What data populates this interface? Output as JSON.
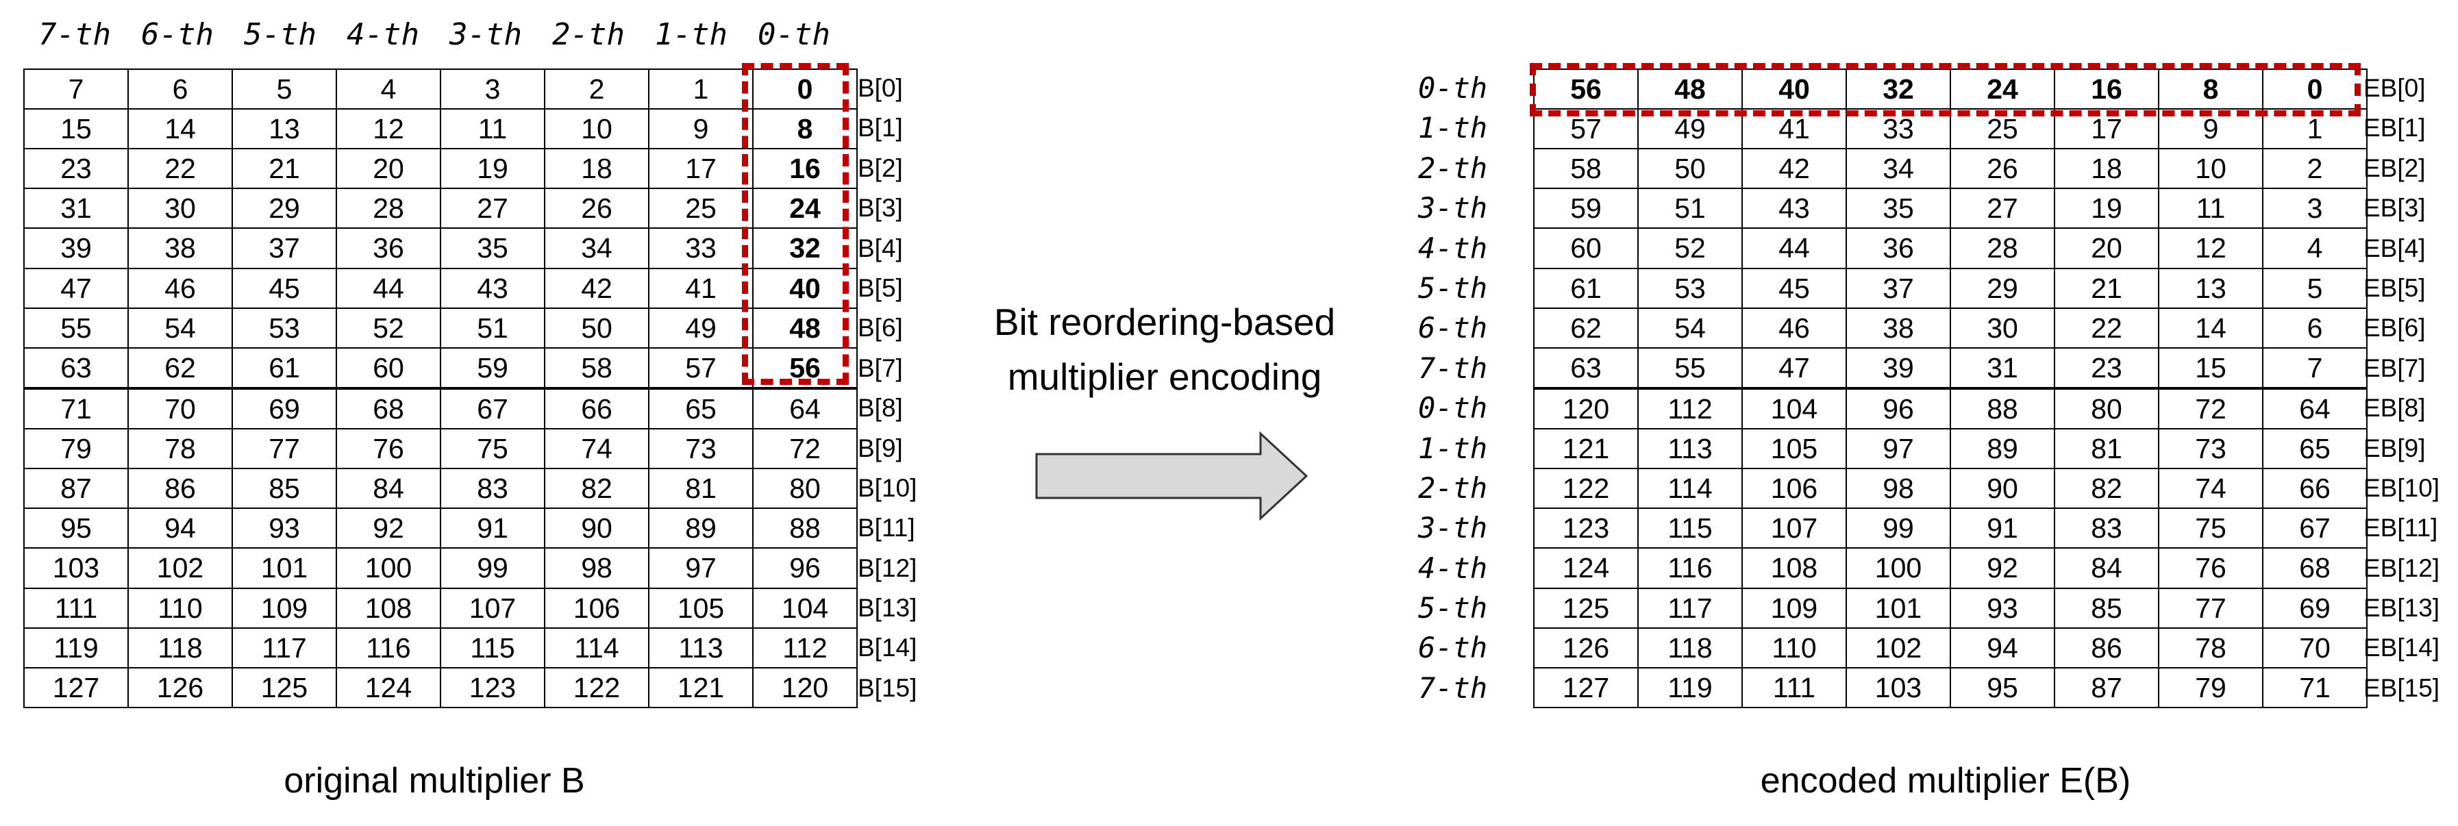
{
  "left": {
    "column_headers": [
      "7-th",
      "6-th",
      "5-th",
      "4-th",
      "3-th",
      "2-th",
      "1-th",
      "0-th"
    ],
    "rows": [
      [
        "7",
        "6",
        "5",
        "4",
        "3",
        "2",
        "1",
        "0"
      ],
      [
        "15",
        "14",
        "13",
        "12",
        "11",
        "10",
        "9",
        "8"
      ],
      [
        "23",
        "22",
        "21",
        "20",
        "19",
        "18",
        "17",
        "16"
      ],
      [
        "31",
        "30",
        "29",
        "28",
        "27",
        "26",
        "25",
        "24"
      ],
      [
        "39",
        "38",
        "37",
        "36",
        "35",
        "34",
        "33",
        "32"
      ],
      [
        "47",
        "46",
        "45",
        "44",
        "43",
        "42",
        "41",
        "40"
      ],
      [
        "55",
        "54",
        "53",
        "52",
        "51",
        "50",
        "49",
        "48"
      ],
      [
        "63",
        "62",
        "61",
        "60",
        "59",
        "58",
        "57",
        "56"
      ],
      [
        "71",
        "70",
        "69",
        "68",
        "67",
        "66",
        "65",
        "64"
      ],
      [
        "79",
        "78",
        "77",
        "76",
        "75",
        "74",
        "73",
        "72"
      ],
      [
        "87",
        "86",
        "85",
        "84",
        "83",
        "82",
        "81",
        "80"
      ],
      [
        "95",
        "94",
        "93",
        "92",
        "91",
        "90",
        "89",
        "88"
      ],
      [
        "103",
        "102",
        "101",
        "100",
        "99",
        "98",
        "97",
        "96"
      ],
      [
        "111",
        "110",
        "109",
        "108",
        "107",
        "106",
        "105",
        "104"
      ],
      [
        "119",
        "118",
        "117",
        "116",
        "115",
        "114",
        "113",
        "112"
      ],
      [
        "127",
        "126",
        "125",
        "124",
        "123",
        "122",
        "121",
        "120"
      ]
    ],
    "row_labels": [
      "B[0]",
      "B[1]",
      "B[2]",
      "B[3]",
      "B[4]",
      "B[5]",
      "B[6]",
      "B[7]",
      "B[8]",
      "B[9]",
      "B[10]",
      "B[11]",
      "B[12]",
      "B[13]",
      "B[14]",
      "B[15]"
    ],
    "caption": "original multiplier B"
  },
  "right": {
    "row_th_labels": [
      "0-th",
      "1-th",
      "2-th",
      "3-th",
      "4-th",
      "5-th",
      "6-th",
      "7-th",
      "0-th",
      "1-th",
      "2-th",
      "3-th",
      "4-th",
      "5-th",
      "6-th",
      "7-th"
    ],
    "rows": [
      [
        "56",
        "48",
        "40",
        "32",
        "24",
        "16",
        "8",
        "0"
      ],
      [
        "57",
        "49",
        "41",
        "33",
        "25",
        "17",
        "9",
        "1"
      ],
      [
        "58",
        "50",
        "42",
        "34",
        "26",
        "18",
        "10",
        "2"
      ],
      [
        "59",
        "51",
        "43",
        "35",
        "27",
        "19",
        "11",
        "3"
      ],
      [
        "60",
        "52",
        "44",
        "36",
        "28",
        "20",
        "12",
        "4"
      ],
      [
        "61",
        "53",
        "45",
        "37",
        "29",
        "21",
        "13",
        "5"
      ],
      [
        "62",
        "54",
        "46",
        "38",
        "30",
        "22",
        "14",
        "6"
      ],
      [
        "63",
        "55",
        "47",
        "39",
        "31",
        "23",
        "15",
        "7"
      ],
      [
        "120",
        "112",
        "104",
        "96",
        "88",
        "80",
        "72",
        "64"
      ],
      [
        "121",
        "113",
        "105",
        "97",
        "89",
        "81",
        "73",
        "65"
      ],
      [
        "122",
        "114",
        "106",
        "98",
        "90",
        "82",
        "74",
        "66"
      ],
      [
        "123",
        "115",
        "107",
        "99",
        "91",
        "83",
        "75",
        "67"
      ],
      [
        "124",
        "116",
        "108",
        "100",
        "92",
        "84",
        "76",
        "68"
      ],
      [
        "125",
        "117",
        "109",
        "101",
        "93",
        "85",
        "77",
        "69"
      ],
      [
        "126",
        "118",
        "110",
        "102",
        "94",
        "86",
        "78",
        "70"
      ],
      [
        "127",
        "119",
        "111",
        "103",
        "95",
        "87",
        "79",
        "71"
      ]
    ],
    "row_labels": [
      "EB[0]",
      "EB[1]",
      "EB[2]",
      "EB[3]",
      "EB[4]",
      "EB[5]",
      "EB[6]",
      "EB[7]",
      "EB[8]",
      "EB[9]",
      "EB[10]",
      "EB[11]",
      "EB[12]",
      "EB[13]",
      "EB[14]",
      "EB[15]"
    ],
    "caption": "encoded multiplier E(B)"
  },
  "arrow": {
    "line1": "Bit reordering-based",
    "line2": "multiplier encoding"
  },
  "colors": {
    "highlight": "#c00000",
    "arrow_fill": "#d9d9d9"
  }
}
